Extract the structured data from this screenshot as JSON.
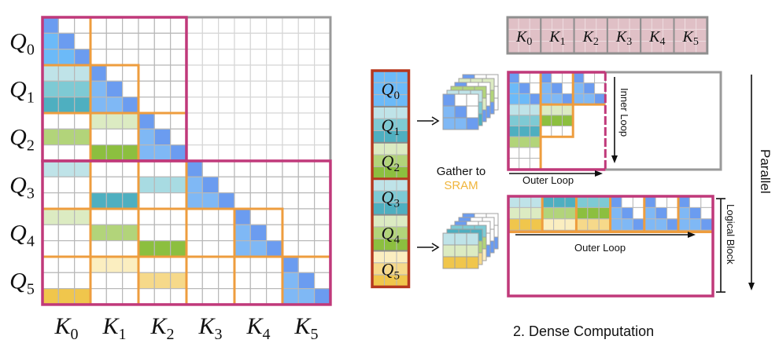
{
  "colors": {
    "diag": "#6b9cf0",
    "below_diag": "#7fb8f5",
    "below_diag_q0": "#6cbaf8",
    "q_light": "#bfe3e8",
    "q_mid": "#7ecad4",
    "q_dark": "#4eafc0",
    "g_light": "#dcebc2",
    "g_mid": "#b2d47a",
    "g_dark": "#8cbf3f",
    "y_light": "#fbeec0",
    "y_mid": "#f6d98a",
    "y_dark": "#f0c64c",
    "k_block": "#e0c0c6",
    "grid": "#b8b8b8",
    "grid_light": "#d6d6d6",
    "orange": "#ee9d3e",
    "magenta": "#c0397a",
    "gray_border": "#9a9a9a",
    "q_stack_border": "#b5381f",
    "sram": "#f0b53c"
  },
  "left_matrix": {
    "row_labels": [
      "Q",
      "Q",
      "Q",
      "Q",
      "Q",
      "Q"
    ],
    "row_subscripts": [
      "0",
      "1",
      "2",
      "3",
      "4",
      "5"
    ],
    "col_labels": [
      "K",
      "K",
      "K",
      "K",
      "K",
      "K"
    ],
    "col_subscripts": [
      "0",
      "1",
      "2",
      "3",
      "4",
      "5"
    ]
  },
  "k_strip": {
    "labels": [
      "K",
      "K",
      "K",
      "K",
      "K",
      "K"
    ],
    "subscripts": [
      "0",
      "1",
      "2",
      "3",
      "4",
      "5"
    ]
  },
  "q_stack": {
    "labels": [
      "Q",
      "Q",
      "Q",
      "Q",
      "Q",
      "Q"
    ],
    "subscripts": [
      "0",
      "1",
      "2",
      "3",
      "4",
      "5"
    ]
  },
  "gather": {
    "line1": "Gather to",
    "line2": "SRAM"
  },
  "top_panel": {
    "inner_loop": "Inner Loop",
    "outer_loop": "Outer Loop"
  },
  "bottom_panel": {
    "outer_loop": "Outer Loop",
    "logical_block": "Logical Block"
  },
  "parallel_label": "Parallel",
  "caption": "2. Dense Computation"
}
